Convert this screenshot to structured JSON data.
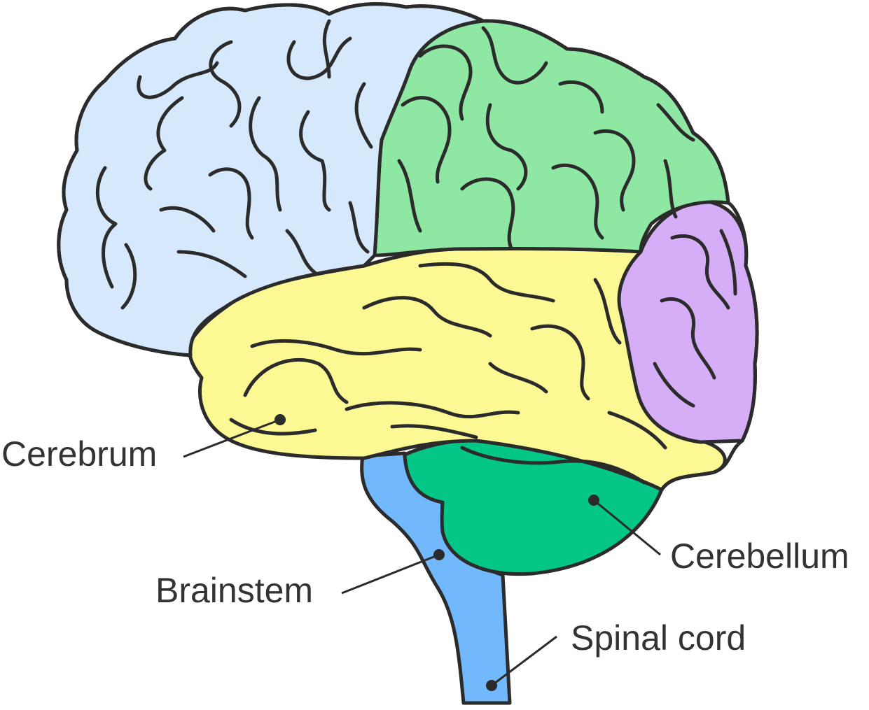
{
  "labels": {
    "cerebrum": "Cerebrum",
    "cerebellum": "Cerebellum",
    "brainstem": "Brainstem",
    "spinal_cord": "Spinal cord"
  },
  "colors": {
    "frontal_lobe": "#d6e8fb",
    "parietal_lobe": "#8ee8a4",
    "temporal_lobe": "#fcf894",
    "occipital_lobe": "#d6aef8",
    "cerebellum": "#03c687",
    "brainstem": "#72b8fd",
    "outline": "#2b2b2b",
    "text": "#333333"
  }
}
